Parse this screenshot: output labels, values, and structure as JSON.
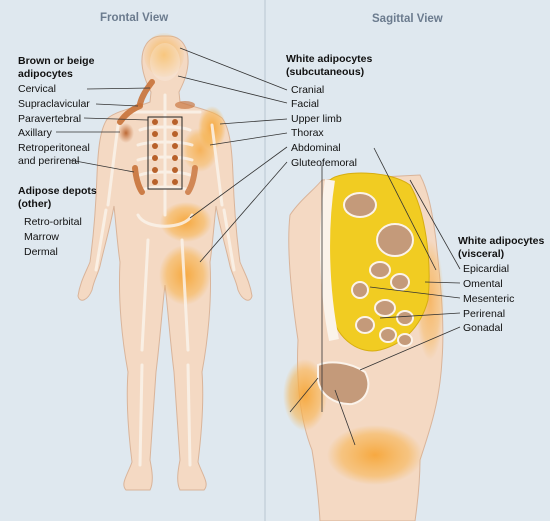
{
  "headers": {
    "frontal": "Frontal View",
    "sagittal": "Sagittal View"
  },
  "brown_group": {
    "title": [
      "Brown or beige",
      "adipocytes"
    ],
    "items": [
      "Cervical",
      "Supraclavicular",
      "Paravertebral",
      "Axillary",
      "Retroperitoneal",
      "and perirenal"
    ]
  },
  "other_group": {
    "title": [
      "Adipose depots",
      "(other)"
    ],
    "items": [
      "Retro-orbital",
      "Marrow",
      "Dermal"
    ]
  },
  "subcutaneous_group": {
    "title": [
      "White adipocytes",
      "(subcutaneous)"
    ],
    "items": [
      "Cranial",
      "Facial",
      "Upper limb",
      "Thorax",
      "Abdominal",
      "Gluteofemoral"
    ]
  },
  "visceral_group": {
    "title": [
      "White adipocytes",
      "(visceral)"
    ],
    "items": [
      "Epicardial",
      "Omental",
      "Mesenteric",
      "Perirenal",
      "Gonadal"
    ]
  },
  "colors": {
    "background": "#dfe8ef",
    "body_skin": "#f4d9c3",
    "brown_fat": "#c8723a",
    "white_fat": "#f7b24a",
    "visceral_fat": "#f1cc22",
    "skeleton": "#fbf3ea"
  }
}
